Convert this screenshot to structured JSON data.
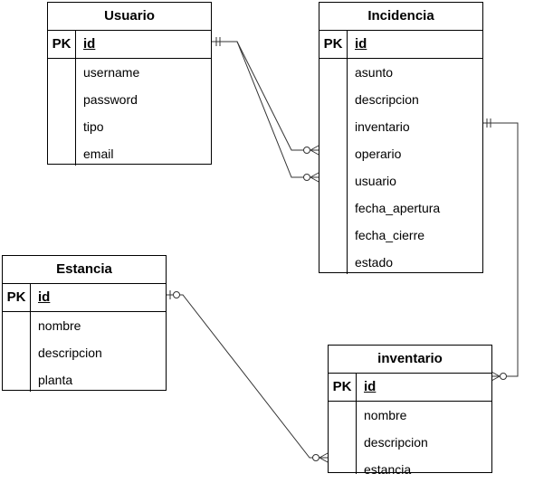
{
  "entities": {
    "usuario": {
      "title": "Usuario",
      "pk_label": "PK",
      "pk_field": "id",
      "fields": [
        "username",
        "password",
        "tipo",
        "email"
      ]
    },
    "incidencia": {
      "title": "Incidencia",
      "pk_label": "PK",
      "pk_field": "id",
      "fields": [
        "asunto",
        "descripcion",
        "inventario",
        "operario",
        "usuario",
        "fecha_apertura",
        "fecha_cierre",
        "estado"
      ]
    },
    "estancia": {
      "title": "Estancia",
      "pk_label": "PK",
      "pk_field": "id",
      "fields": [
        "nombre",
        "descripcion",
        "planta"
      ]
    },
    "inventario": {
      "title": "inventario",
      "pk_label": "PK",
      "pk_field": "id",
      "fields": [
        "nombre",
        "descripcion",
        "estancia"
      ]
    }
  },
  "relationships": [
    {
      "from": "Usuario.id",
      "to": "Incidencia.operario",
      "from_cardinality": "one-and-only-one",
      "to_cardinality": "zero-or-many"
    },
    {
      "from": "Usuario.id",
      "to": "Incidencia.usuario",
      "from_cardinality": "one-and-only-one",
      "to_cardinality": "zero-or-many"
    },
    {
      "from": "inventario.id",
      "to": "Incidencia.inventario",
      "from_cardinality": "zero-or-many",
      "to_cardinality": "one-and-only-one"
    },
    {
      "from": "Estancia.id",
      "to": "inventario.estancia",
      "from_cardinality": "zero-or-one",
      "to_cardinality": "zero-or-many"
    }
  ]
}
